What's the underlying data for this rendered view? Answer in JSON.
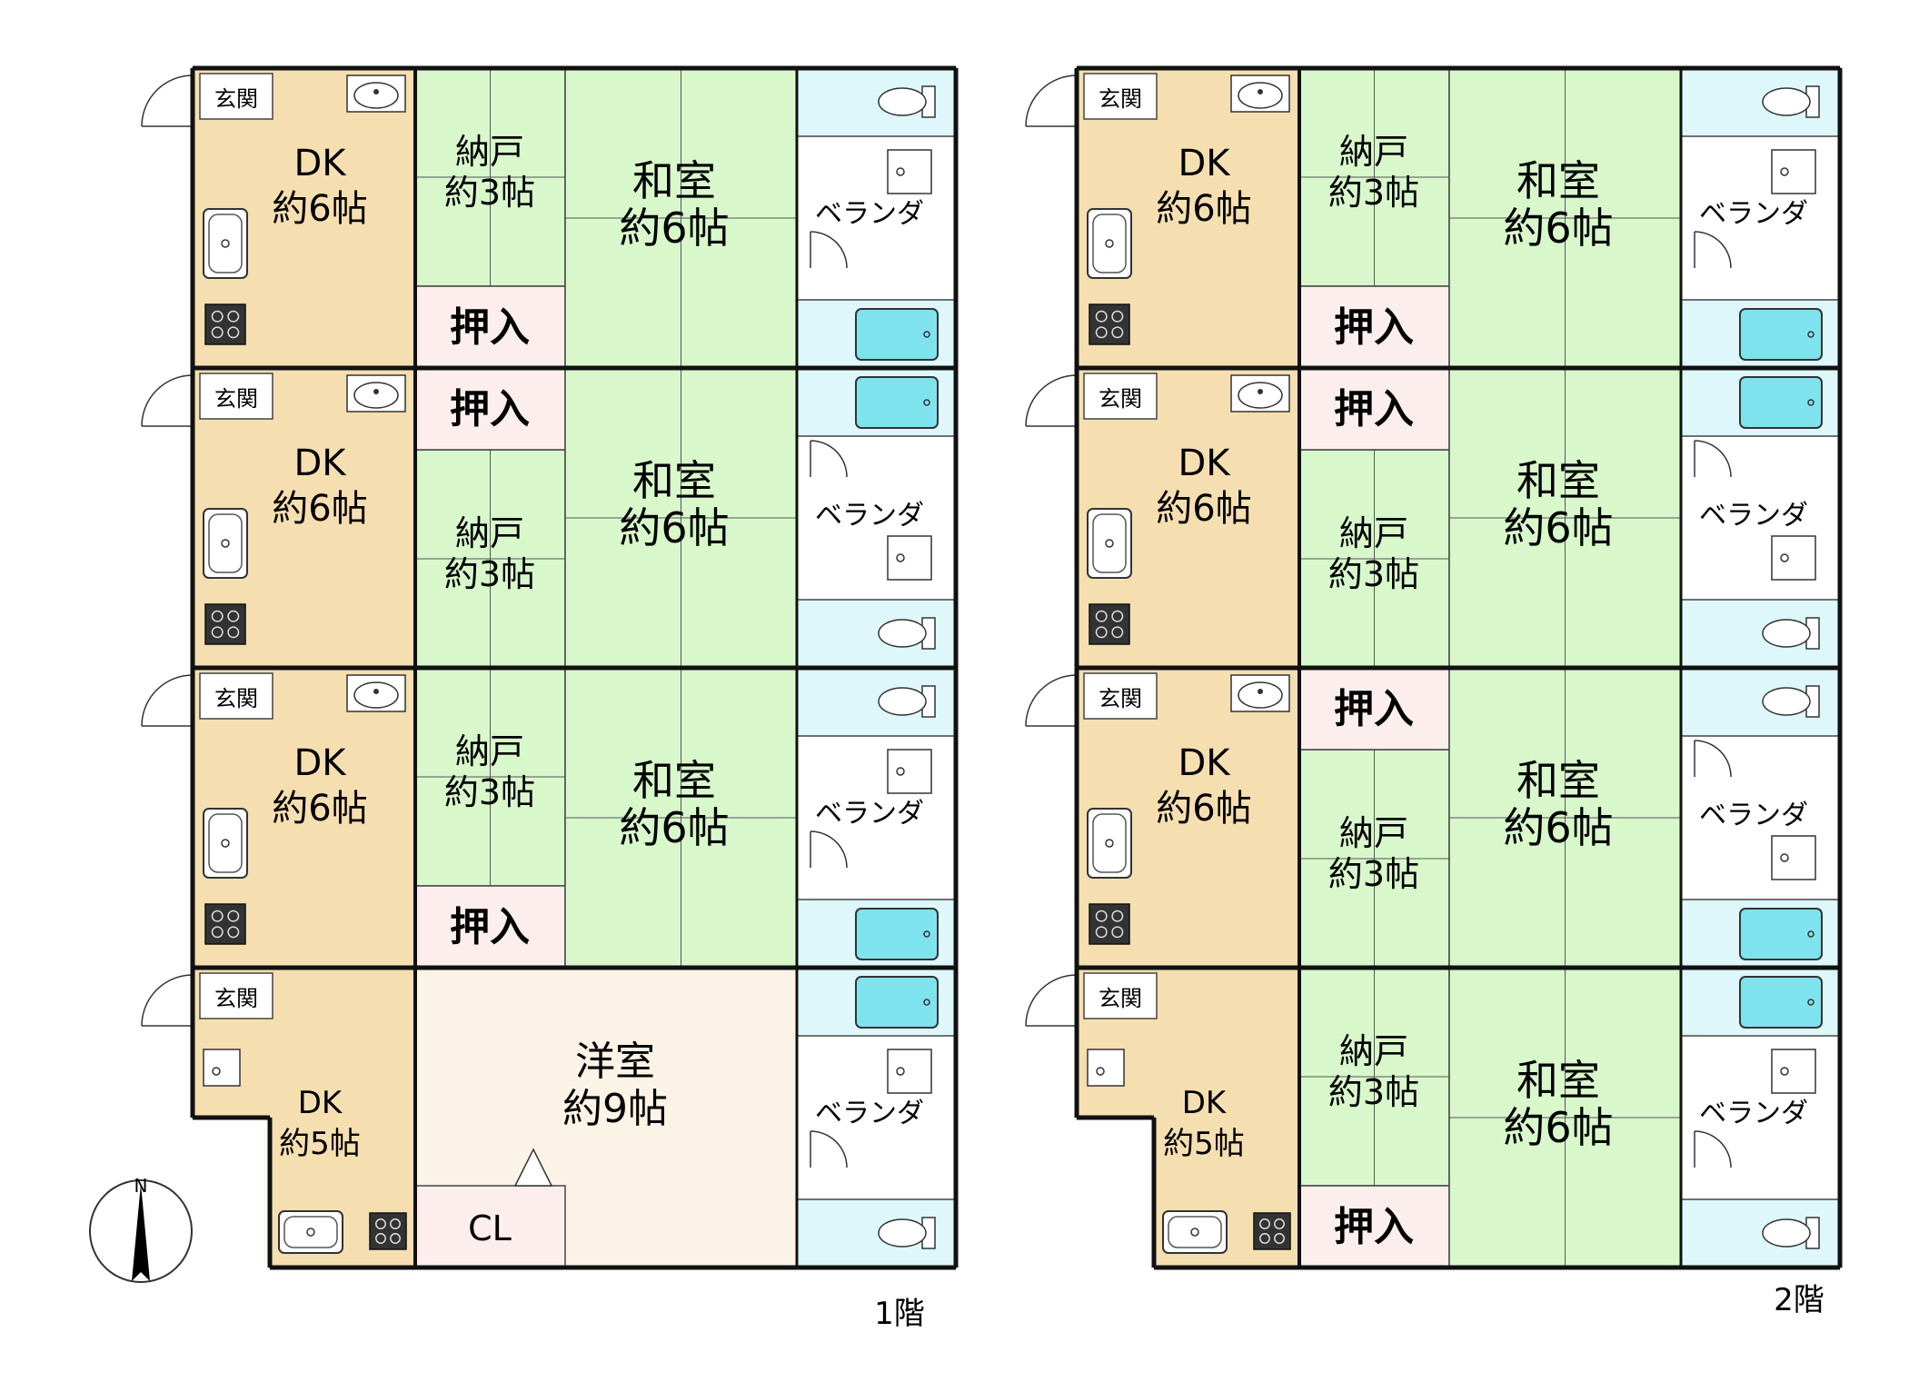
{
  "floors": [
    {
      "caption": "1階",
      "units": [
        {
          "genkan": "玄関",
          "dk": [
            "DK",
            "約6帖"
          ],
          "nando": [
            "納戸",
            "約3帖"
          ],
          "oshiire": "押入",
          "washitsu": [
            "和室",
            "約6帖"
          ],
          "veranda": "ベランダ"
        },
        {
          "genkan": "玄関",
          "dk": [
            "DK",
            "約6帖"
          ],
          "nando": [
            "納戸",
            "約3帖"
          ],
          "oshiire": "押入",
          "washitsu": [
            "和室",
            "約6帖"
          ],
          "veranda": "ベランダ"
        },
        {
          "genkan": "玄関",
          "dk": [
            "DK",
            "約6帖"
          ],
          "nando": [
            "納戸",
            "約3帖"
          ],
          "oshiire": "押入",
          "washitsu": [
            "和室",
            "約6帖"
          ],
          "veranda": "ベランダ"
        },
        {
          "genkan": "玄関",
          "dk": [
            "DK",
            "約5帖"
          ],
          "yoshitsu": [
            "洋室",
            "約9帖"
          ],
          "closet": "CL",
          "veranda": "ベランダ"
        }
      ]
    },
    {
      "caption": "2階",
      "units": [
        {
          "genkan": "玄関",
          "dk": [
            "DK",
            "約6帖"
          ],
          "nando": [
            "納戸",
            "約3帖"
          ],
          "oshiire": "押入",
          "washitsu": [
            "和室",
            "約6帖"
          ],
          "veranda": "ベランダ"
        },
        {
          "genkan": "玄関",
          "dk": [
            "DK",
            "約6帖"
          ],
          "nando": [
            "納戸",
            "約3帖"
          ],
          "oshiire": "押入",
          "washitsu": [
            "和室",
            "約6帖"
          ],
          "veranda": "ベランダ"
        },
        {
          "genkan": "玄関",
          "dk": [
            "DK",
            "約6帖"
          ],
          "nando": [
            "納戸",
            "約3帖"
          ],
          "oshiire": "押入",
          "washitsu": [
            "和室",
            "約6帖"
          ],
          "veranda": "ベランダ"
        },
        {
          "genkan": "玄関",
          "dk": [
            "DK",
            "約5帖"
          ],
          "nando": [
            "納戸",
            "約3帖"
          ],
          "oshiire": "押入",
          "washitsu": [
            "和室",
            "約6帖"
          ],
          "veranda": "ベランダ"
        }
      ]
    }
  ],
  "compass": {
    "label": "N"
  },
  "colors": {
    "dk": "#f5deb0",
    "tatami": "#d8f8cc",
    "oshiire": "#fdeeee",
    "wet": "#ddf7fb",
    "bath": "#7fe3ee",
    "yoshitsu": "#fbf4e6",
    "wall": "#111111"
  }
}
